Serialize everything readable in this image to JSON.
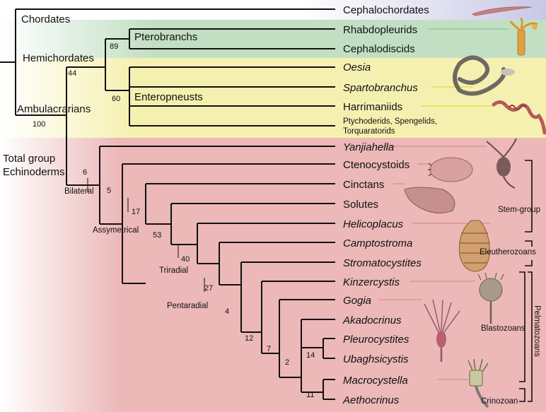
{
  "colors": {
    "cephalochordate_band": "#c8c8e6",
    "pterobranch_band": "#c2dfc4",
    "enteropneust_band": "#f6f0b0",
    "echinoderm_band": "#ecb8b8",
    "tree": "#111111",
    "pointer_green": "#8cc08c",
    "pointer_yellow": "#e8d830",
    "pointer_red": "#e08a8a"
  },
  "clades": {
    "chordates": "Chordates",
    "hemichordates": "Hemichordates",
    "ambulacrarians": "Ambulacrarians",
    "pterobranchs": "Pterobranchs",
    "enteropneusts": "Enteropneusts",
    "total_group_1": "Total group",
    "total_group_2": "Echinoderms"
  },
  "taxa": [
    {
      "name": "Cephalochordates",
      "italic": false
    },
    {
      "name": "Rhabdopleurids",
      "italic": false
    },
    {
      "name": "Cephalodiscids",
      "italic": false
    },
    {
      "name": "Oesia",
      "italic": true
    },
    {
      "name": "Spartobranchus",
      "italic": true
    },
    {
      "name": "Harrimaniids",
      "italic": false
    },
    {
      "name": "Ptychoderids, Spengelids,",
      "italic": false,
      "small": true
    },
    {
      "name": "Torquaratorids",
      "italic": false,
      "small": true
    },
    {
      "name": "Yanjiahella",
      "italic": true
    },
    {
      "name": "Ctenocystoids",
      "italic": false
    },
    {
      "name": "Cinctans",
      "italic": false
    },
    {
      "name": "Solutes",
      "italic": false
    },
    {
      "name": "Helicoplacus",
      "italic": true
    },
    {
      "name": "Camptostroma",
      "italic": true
    },
    {
      "name": "Stromatocystites",
      "italic": true
    },
    {
      "name": "Kinzercystis",
      "italic": true
    },
    {
      "name": "Gogia",
      "italic": true
    },
    {
      "name": "Akadocrinus",
      "italic": true
    },
    {
      "name": "Pleurocystites",
      "italic": true
    },
    {
      "name": "Ubaghsicystis",
      "italic": true
    },
    {
      "name": "Macrocystella",
      "italic": true
    },
    {
      "name": "Aethocrinus",
      "italic": true
    }
  ],
  "node_support": [
    "89",
    "44",
    "60",
    "100",
    "6",
    "5",
    "17",
    "53",
    "40",
    "27",
    "4",
    "12",
    "7",
    "2",
    "14",
    "11"
  ],
  "symmetry_labels": [
    "Bilateral",
    "Assymetrical",
    "Triradial",
    "Pentaradial"
  ],
  "groups": {
    "stem_group": "Stem-group",
    "eleutherozoans": "Eleutherozoans",
    "blastozoans": "Blastozoans",
    "pelmatozoans": "Pelmatozoans",
    "crinozoan": "Crinozoan"
  },
  "illustrations": [
    "cephalochordate-illustration",
    "rhabdopleurid-illustration",
    "spartobranchus-illustration",
    "harrimaniid-illustration",
    "yanjiahella-illustration",
    "ctenocystoid-illustration",
    "cinctan-illustration",
    "camptostroma-illustration",
    "kinzercystis-illustration",
    "gogia-illustration",
    "macrocystella-illustration"
  ]
}
